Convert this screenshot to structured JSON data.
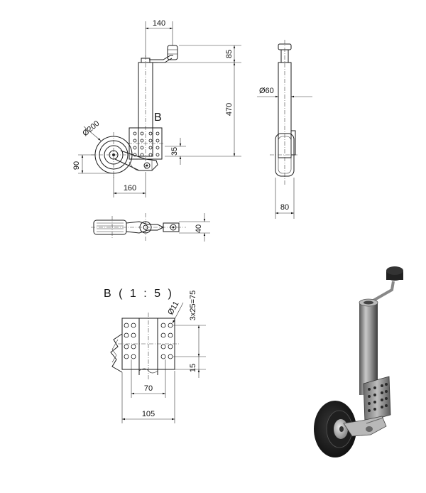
{
  "drawing": {
    "side_view": {
      "dim_handle_offset": "140",
      "dim_top": "85",
      "dim_height": "470",
      "dim_wheel_diameter": "Ø200",
      "dim_plate_offset": "35",
      "dim_wheel_axis": "90",
      "dim_wheel_reach": "160",
      "detail_marker": "B"
    },
    "front_view": {
      "dim_tube_diameter": "Ø60",
      "dim_wheel_width": "80"
    },
    "top_view": {
      "dim_width": "40"
    },
    "detail_view": {
      "title": "B ( 1 : 5 )",
      "dim_hole": "Ø11",
      "dim_hole_pitch": "3x25=75",
      "dim_edge": "15",
      "dim_inner_width": "70",
      "dim_outer_width": "105"
    }
  }
}
